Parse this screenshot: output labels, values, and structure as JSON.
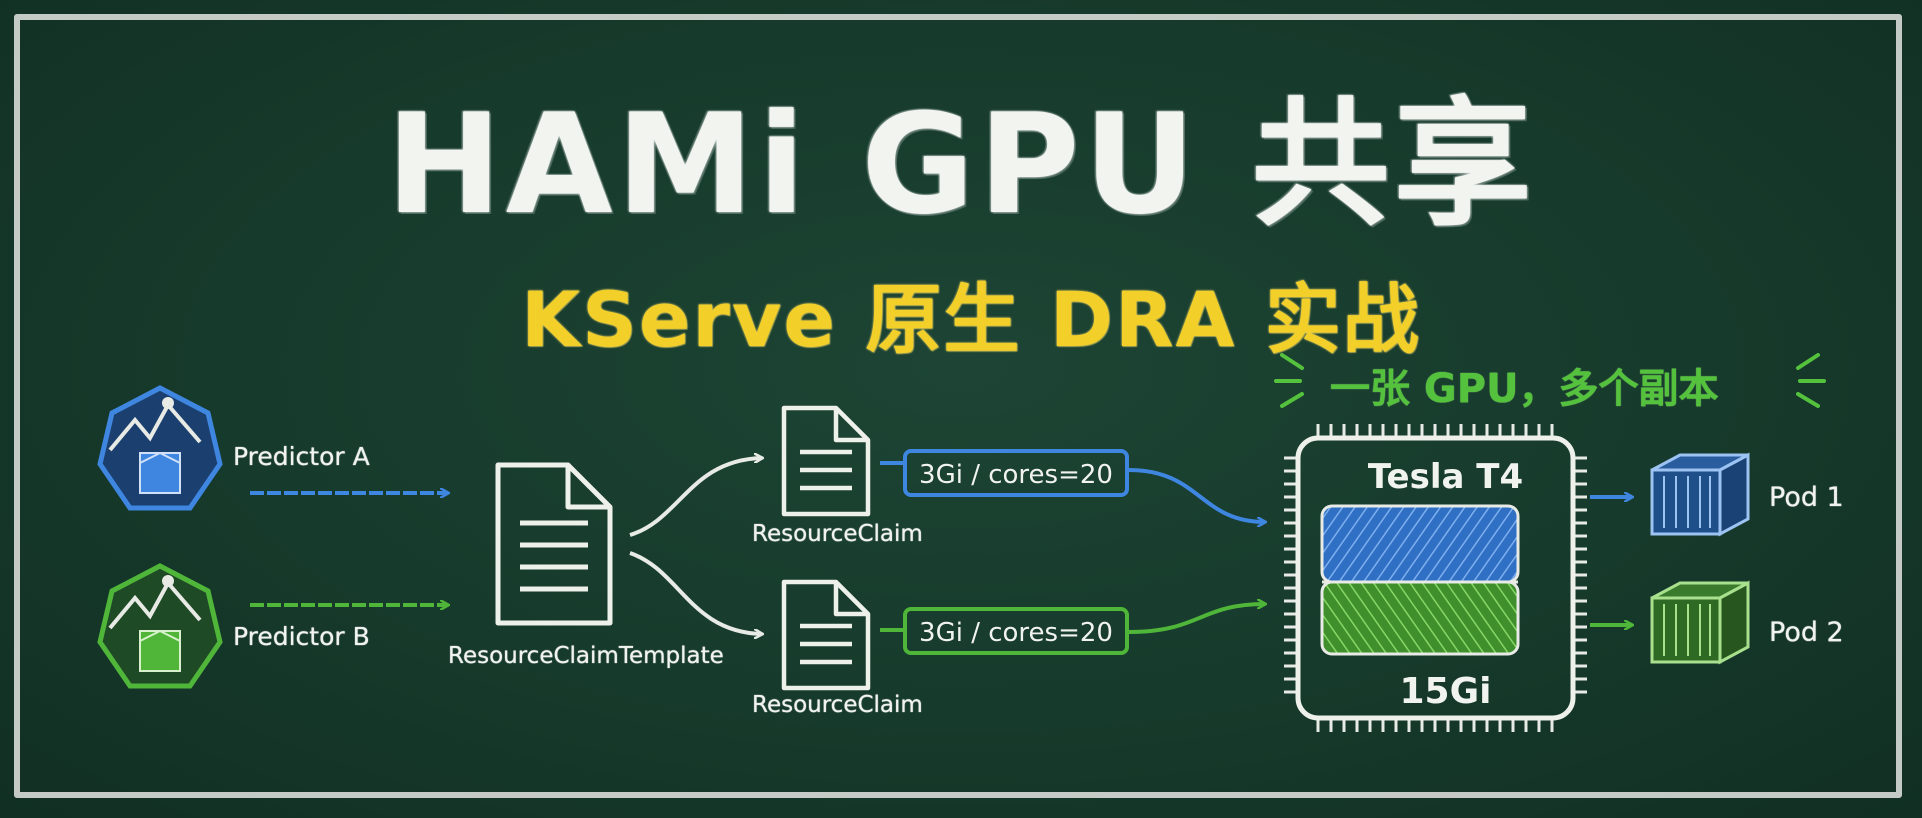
{
  "title": "HAMi GPU 共享",
  "subtitle": "KServe 原生 DRA 实战",
  "tagline": "一张 GPU，多个副本",
  "predictors": [
    {
      "label": "Predictor A",
      "color": "#3e86e0"
    },
    {
      "label": "Predictor B",
      "color": "#4fb63a"
    }
  ],
  "template_label": "ResourceClaimTemplate",
  "claims": [
    {
      "label": "ResourceClaim",
      "allocation": "3Gi / cores=20"
    },
    {
      "label": "ResourceClaim",
      "allocation": "3Gi / cores=20"
    }
  ],
  "gpu": {
    "name": "Tesla T4",
    "memory": "15Gi"
  },
  "pods": [
    {
      "label": "Pod 1",
      "color": "#3e86e0"
    },
    {
      "label": "Pod 2",
      "color": "#4fb63a"
    }
  ],
  "colors": {
    "board": "#163a2b",
    "chalk": "#f1f3ee",
    "accent_yellow": "#f3cf2a",
    "blue": "#3e86e0",
    "green": "#4fb63a"
  }
}
